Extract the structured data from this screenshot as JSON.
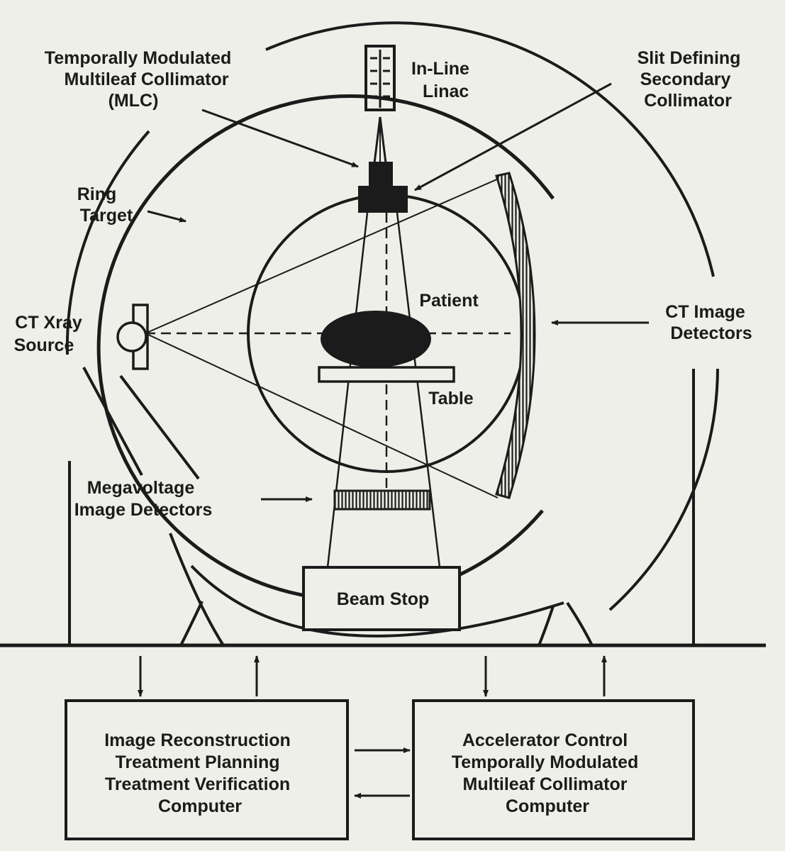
{
  "labels": {
    "mlc": [
      "Temporally Modulated",
      "Multileaf Collimator",
      "(MLC)"
    ],
    "linac": [
      "In-Line",
      "Linac"
    ],
    "slit": [
      "Slit Defining",
      "Secondary",
      "Collimator"
    ],
    "ring": [
      "Ring",
      "Target"
    ],
    "ct_source": [
      "CT Xray",
      "Source"
    ],
    "patient": "Patient",
    "ct_detectors": [
      "CT Image",
      "Detectors"
    ],
    "table": "Table",
    "mv_detectors": [
      "Megavoltage",
      "Image Detectors"
    ],
    "beam_stop": "Beam Stop",
    "left_computer": [
      "Image Reconstruction",
      "Treatment Planning",
      "Treatment Verification",
      "Computer"
    ],
    "right_computer": [
      "Accelerator Control",
      "Temporally Modulated",
      "Multileaf Collimator",
      "Computer"
    ]
  },
  "colors": {
    "ink": "#1b1b1b",
    "paper": "#efefe9"
  }
}
